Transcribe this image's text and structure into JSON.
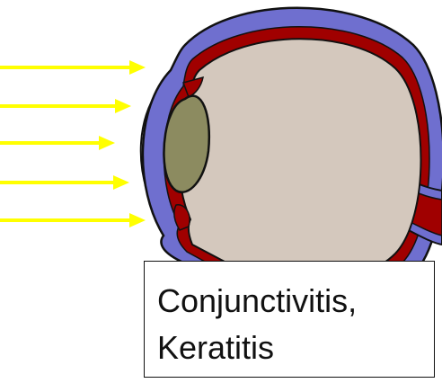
{
  "label": {
    "line1": "Conjunctivitis,",
    "line2": "Keratitis"
  },
  "light_rays": {
    "count": 5,
    "color": "#ffff00"
  },
  "colors": {
    "sclera_blue": "#6f6fcf",
    "choroid_red": "#a00000",
    "vitreous": "#d4c8bd",
    "lens": "#8c8b60",
    "cornea": "#e6e6e6",
    "outline": "#111111"
  },
  "icons": [
    "eye-cross-section",
    "arrow-right-icon"
  ]
}
